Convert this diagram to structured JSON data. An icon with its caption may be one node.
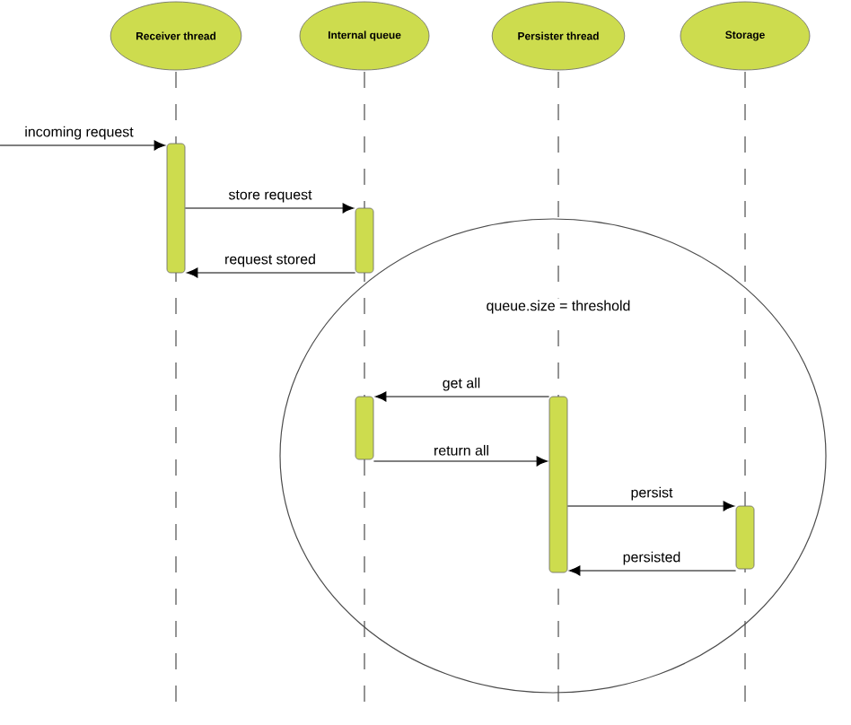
{
  "diagram": {
    "nodes": [
      {
        "text": [
          "Receiver thread"
        ]
      },
      {
        "text": [
          "Internal queue"
        ]
      },
      {
        "text": [
          "Persister thread"
        ]
      },
      {
        "text": [
          "Storage"
        ]
      },
      {
        "text": [],
        "shape": "bar"
      },
      {
        "text": [],
        "shape": "bar"
      },
      {
        "text": [
          "queue.size = threshold"
        ]
      },
      {
        "text": [],
        "shape": "bar",
        "in": 6
      },
      {
        "text": [],
        "shape": "bar",
        "in": 6
      },
      {
        "text": [],
        "shape": "bar",
        "in": 6
      }
    ],
    "edges": [
      {
        "from": null,
        "to": 4,
        "arrow": "to",
        "label": "incoming request"
      },
      {
        "from": 4,
        "to": 5,
        "arrow": "to",
        "label": "store request"
      },
      {
        "from": 5,
        "to": 4,
        "arrow": "to",
        "label": "request stored"
      },
      {
        "from": 8,
        "to": 7,
        "arrow": "to",
        "label": "get all"
      },
      {
        "from": 7,
        "to": 8,
        "arrow": "to",
        "label": "return all"
      },
      {
        "from": 8,
        "to": 9,
        "arrow": "to",
        "label": "persist"
      },
      {
        "from": 9,
        "to": 8,
        "arrow": "to",
        "label": "persisted"
      }
    ]
  }
}
